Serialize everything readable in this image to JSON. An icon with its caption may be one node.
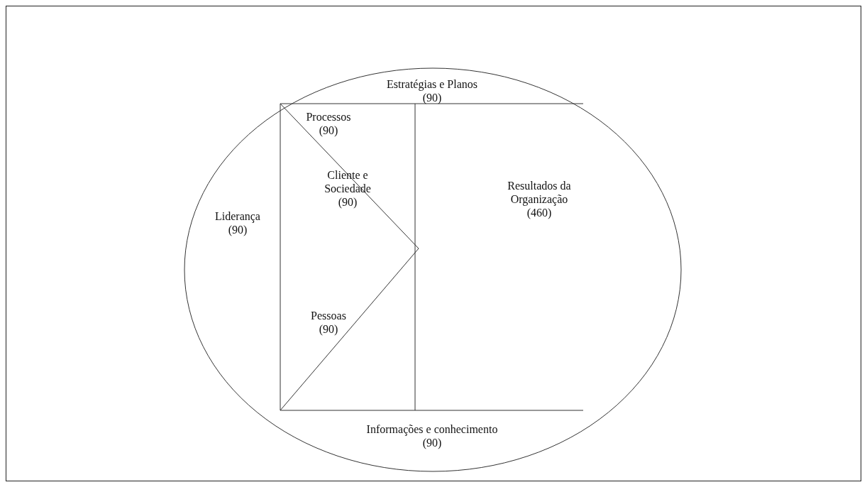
{
  "diagram": {
    "nodes": [
      {
        "text": [],
        "shape": "circle"
      },
      {
        "text": [
          "Estratégias e Planos",
          "(90)"
        ],
        "in": 0
      },
      {
        "text": [
          "Processos",
          "(90)"
        ],
        "in": 0
      },
      {
        "text": [
          "Liderança",
          "(90)"
        ],
        "in": 0
      },
      {
        "text": [
          "Cliente e Sociedade",
          "(90)"
        ],
        "in": 0
      },
      {
        "text": [
          "Resultados da Organização",
          "(460)"
        ],
        "in": 0
      },
      {
        "text": [
          "Pessoas",
          "(90)"
        ],
        "in": 0
      },
      {
        "text": [
          "Informações e conhecimento",
          "(90)"
        ],
        "in": 0
      }
    ]
  }
}
